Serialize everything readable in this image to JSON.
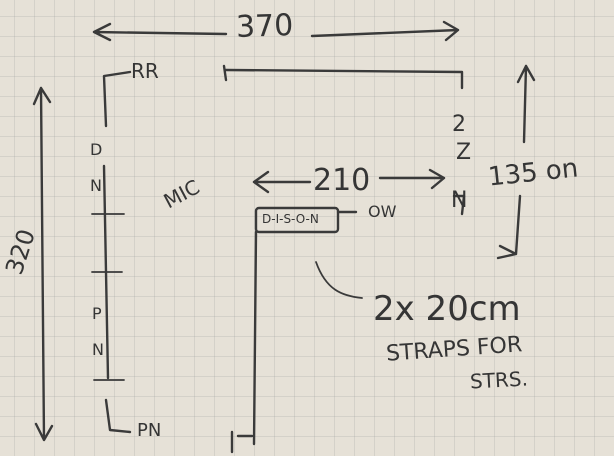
{
  "labels": {
    "width_top": "370",
    "height_left": "320",
    "inner_width": "210",
    "right_dim": "135 on",
    "straps_size": "2x 20cm",
    "straps_text": "STRAPS FOR",
    "straps_text2": "STRS.",
    "mic": "MIC",
    "rr": "RR",
    "d1": "D",
    "n1": "N",
    "p1": "P",
    "n2": "N",
    "pn_bottom": "PN",
    "two": "2",
    "zed": "Z",
    "en": "N",
    "ow": "OW",
    "box_text": "D-I-S-O-N"
  }
}
